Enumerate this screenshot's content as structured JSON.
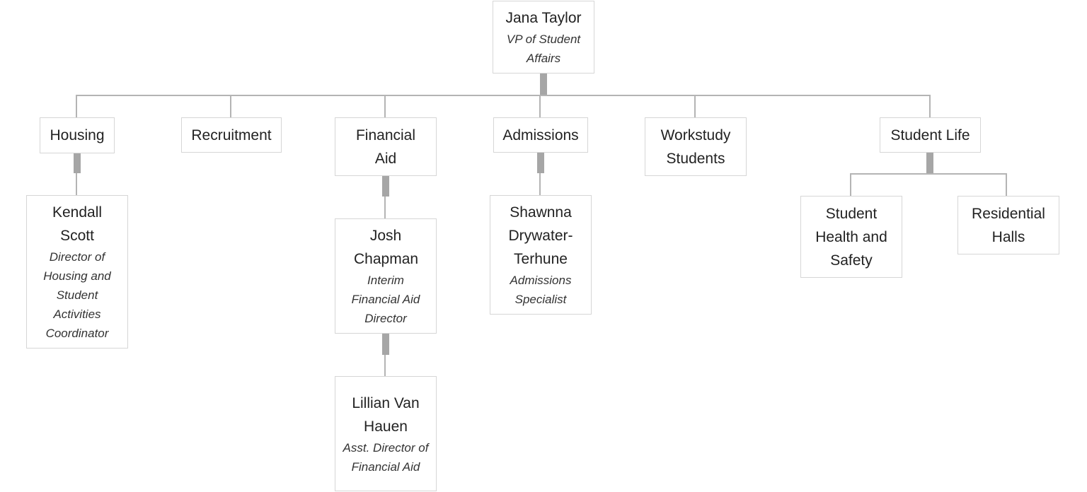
{
  "chart": {
    "root": {
      "name": "Jana Taylor",
      "title": "VP of Student Affairs"
    },
    "departments": [
      {
        "name": "Housing"
      },
      {
        "name": "Recruitment"
      },
      {
        "name": "Financial Aid"
      },
      {
        "name": "Admissions"
      },
      {
        "name": "Workstudy Students"
      },
      {
        "name": "Student Life"
      }
    ],
    "people": [
      {
        "name": "Kendall Scott",
        "title": "Director of Housing and Student Activities Coordinator"
      },
      {
        "name": "Josh Chapman",
        "title": "Interim Financial Aid Director"
      },
      {
        "name": "Lillian Van Hauen",
        "title": "Asst. Director of Financial Aid"
      },
      {
        "name": "Shawnna Drywater-Terhune",
        "title": "Admissions Specialist"
      }
    ],
    "units": [
      {
        "name": "Student Health and Safety"
      },
      {
        "name": "Residential Halls"
      }
    ]
  }
}
